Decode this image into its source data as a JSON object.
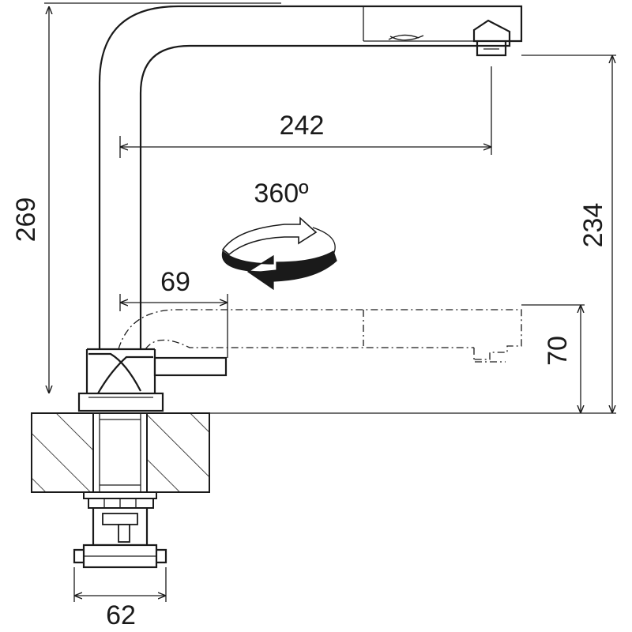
{
  "dimensions": {
    "total_height": "269",
    "spout_height": "234",
    "spout_reach": "242",
    "rotation": "360º",
    "handle_reach": "69",
    "pullout_height": "70",
    "base_width": "62"
  }
}
